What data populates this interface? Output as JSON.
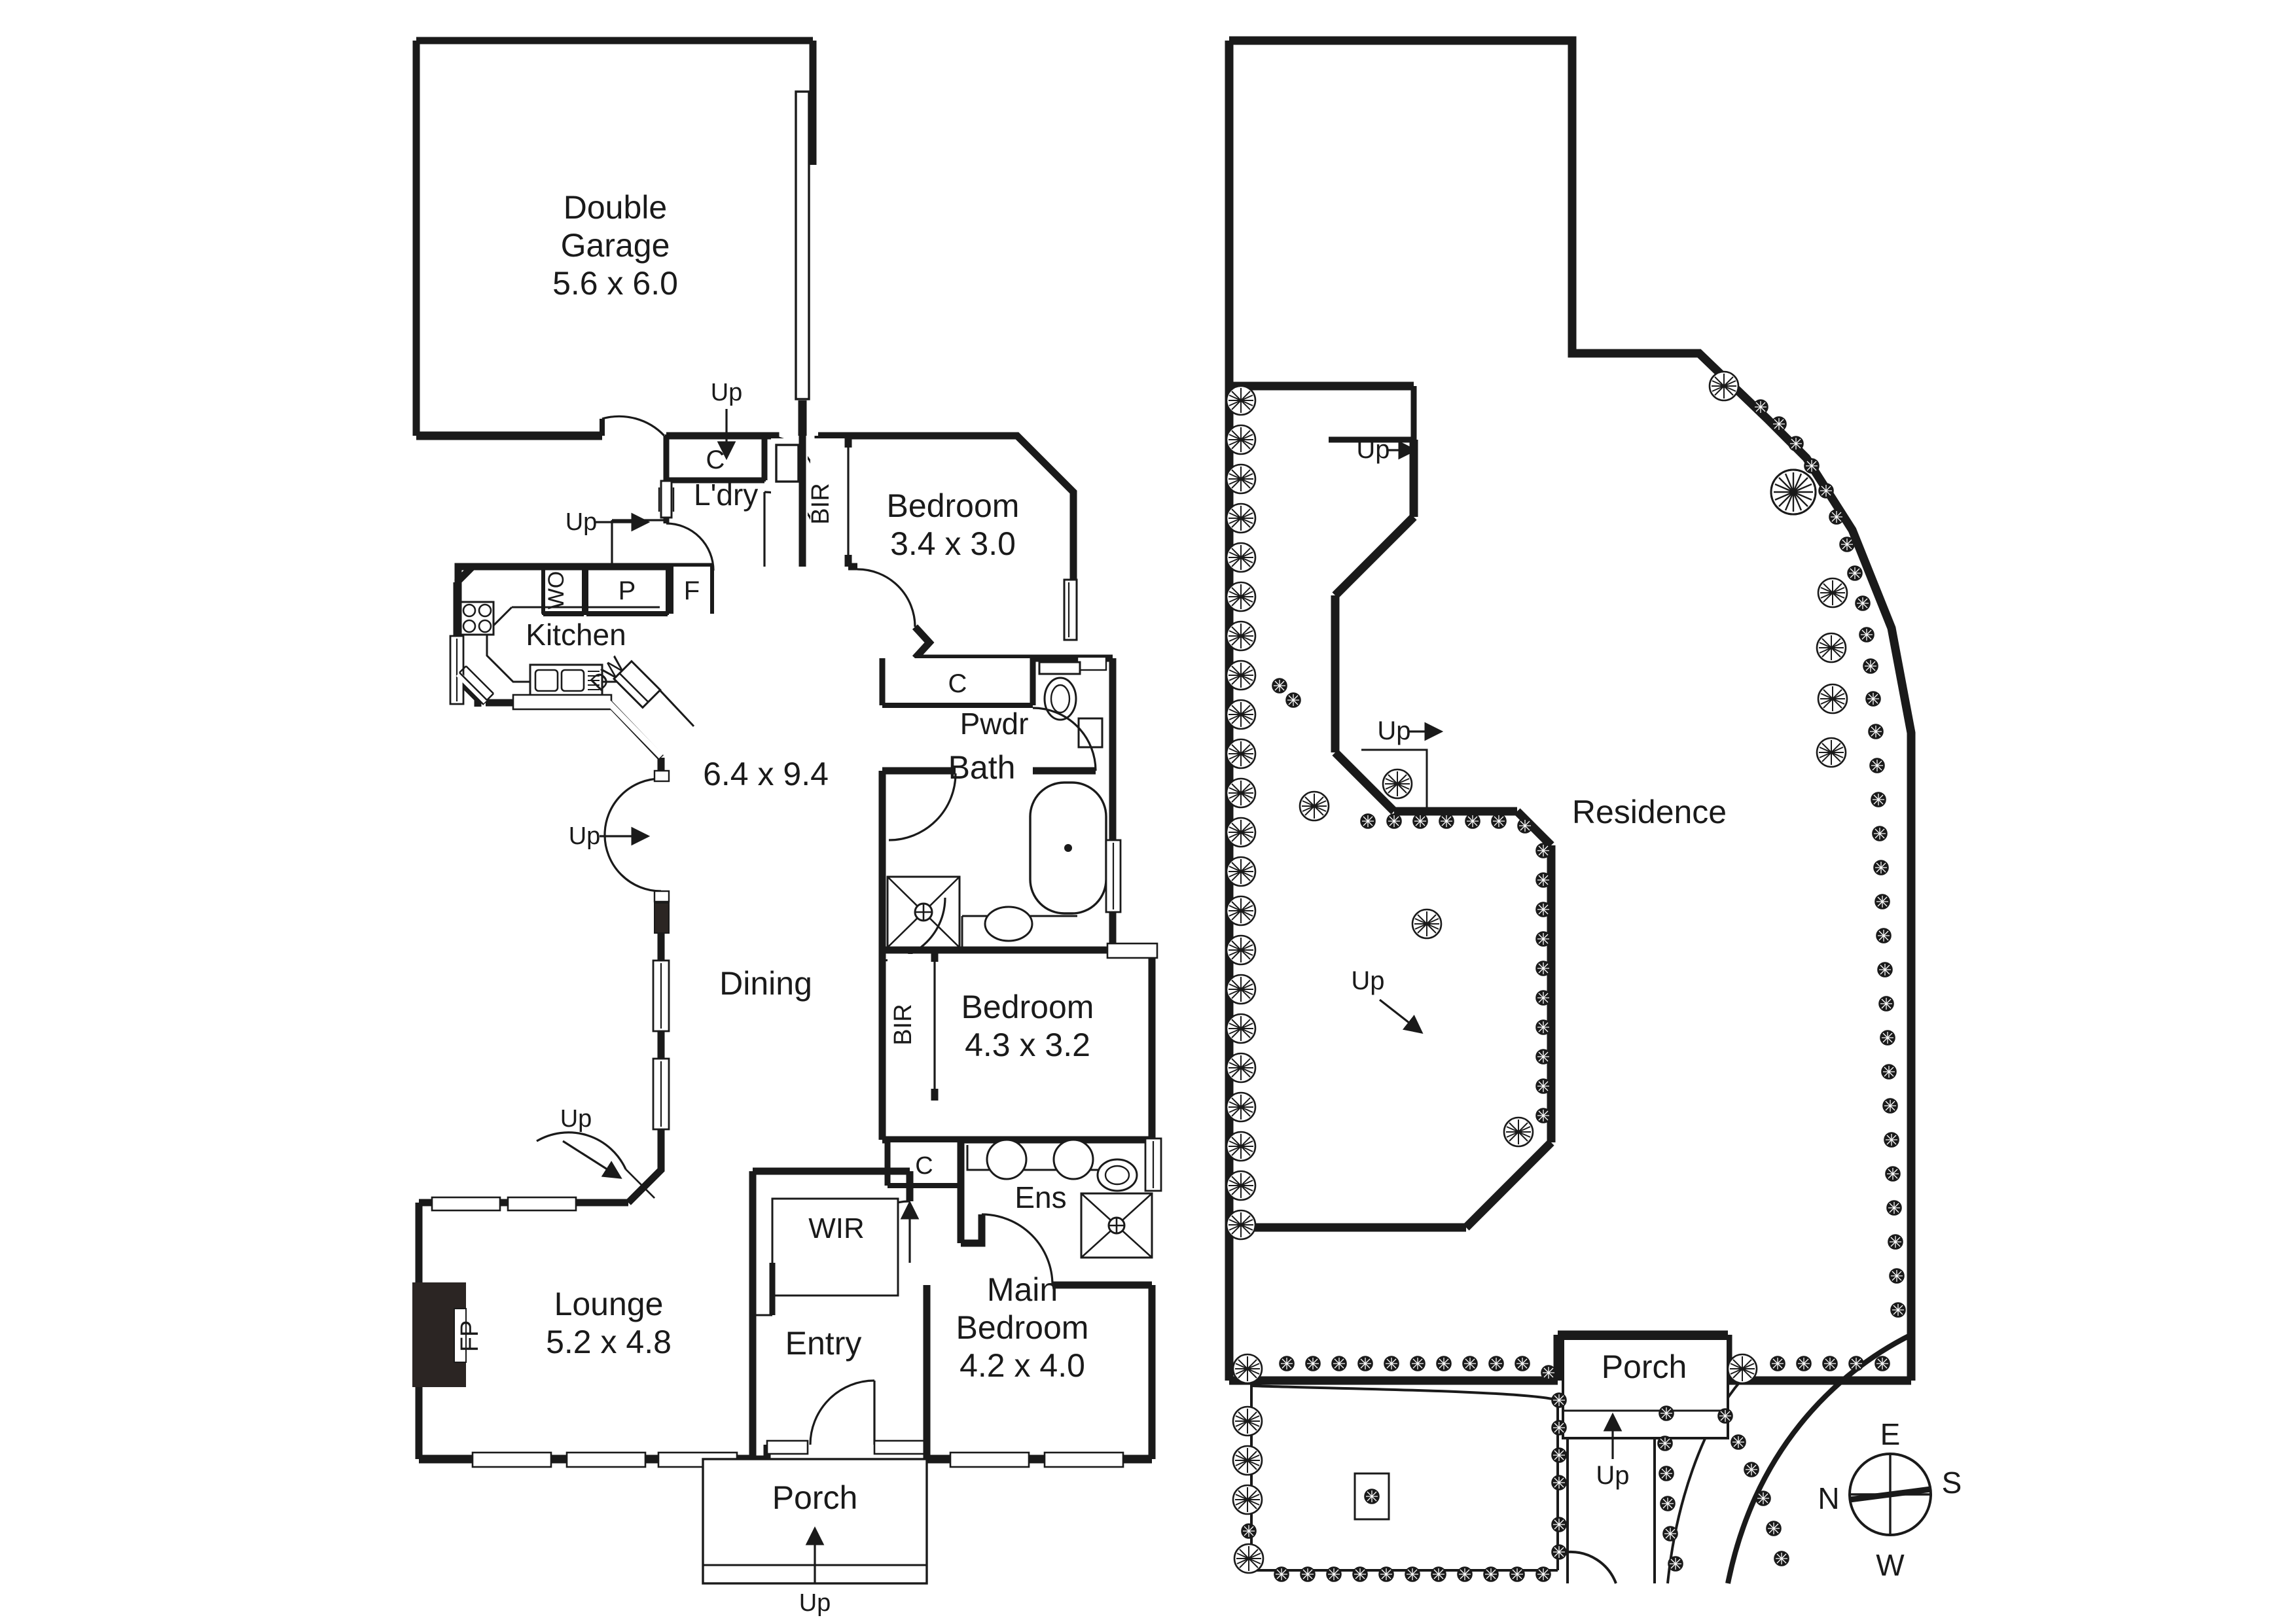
{
  "document": {
    "type": "residential-floor-plan",
    "panels": [
      "floor-plan",
      "site-plan"
    ]
  },
  "floor_plan": {
    "rooms": [
      {
        "id": "double-garage",
        "name": "Double Garage",
        "name_line1": "Double",
        "name_line2": "Garage",
        "dimensions": "5.6 x 6.0"
      },
      {
        "id": "laundry",
        "name": "L'dry",
        "dimensions": ""
      },
      {
        "id": "kitchen",
        "name": "Kitchen",
        "dimensions": ""
      },
      {
        "id": "bedroom-2",
        "name": "Bedroom",
        "dimensions": "3.4 x 3.0"
      },
      {
        "id": "powder-room",
        "name": "Pwdr",
        "dimensions": ""
      },
      {
        "id": "bathroom",
        "name": "Bath",
        "dimensions": ""
      },
      {
        "id": "living-dining",
        "name": "Dining",
        "dimensions": "6.4 x 9.4"
      },
      {
        "id": "bedroom-3",
        "name": "Bedroom",
        "dimensions": "4.3 x 3.2"
      },
      {
        "id": "ensuite",
        "name": "Ens",
        "dimensions": ""
      },
      {
        "id": "lounge",
        "name": "Lounge",
        "dimensions": "5.2 x 4.8"
      },
      {
        "id": "walk-in-robe",
        "name": "WIR",
        "dimensions": ""
      },
      {
        "id": "entry",
        "name": "Entry",
        "dimensions": ""
      },
      {
        "id": "main-bedroom",
        "name": "Main Bedroom",
        "name_line1": "Main",
        "name_line2": "Bedroom",
        "dimensions": "4.2 x 4.0"
      },
      {
        "id": "porch",
        "name": "Porch",
        "dimensions": ""
      }
    ],
    "fixture_labels": [
      {
        "id": "cupboard-laundry",
        "text": "C"
      },
      {
        "id": "wall-oven",
        "text": "WO"
      },
      {
        "id": "pantry",
        "text": "P"
      },
      {
        "id": "fridge",
        "text": "F"
      },
      {
        "id": "dishwasher",
        "text": "DW"
      },
      {
        "id": "built-in-robe-bed2",
        "text": "BIR"
      },
      {
        "id": "cupboard-hall",
        "text": "C"
      },
      {
        "id": "built-in-robe-bed3",
        "text": "BIR"
      },
      {
        "id": "cupboard-ensuite",
        "text": "C"
      },
      {
        "id": "fireplace",
        "text": "FP"
      }
    ],
    "stair_markers": [
      {
        "id": "up-garage-laundry",
        "text": "Up",
        "direction": "down"
      },
      {
        "id": "up-laundry-west",
        "text": "Up",
        "direction": "right"
      },
      {
        "id": "up-kitchen-dining",
        "text": "Up",
        "direction": "right"
      },
      {
        "id": "up-lounge",
        "text": "Up",
        "direction": "right"
      },
      {
        "id": "up-porch",
        "text": "Up",
        "direction": "up"
      }
    ]
  },
  "site_plan": {
    "label": "Residence",
    "porch_label": "Porch",
    "stair_markers": [
      {
        "id": "site-up-north",
        "text": "Up",
        "direction": "right"
      },
      {
        "id": "site-up-mid",
        "text": "Up",
        "direction": "right"
      },
      {
        "id": "site-up-lower",
        "text": "Up",
        "direction": "right"
      },
      {
        "id": "site-up-porch",
        "text": "Up",
        "direction": "up"
      }
    ]
  },
  "compass": {
    "north": "N",
    "east": "E",
    "south": "S",
    "west": "W"
  },
  "style": {
    "wall_color": "#1a1a1a",
    "line_color": "#1a1a1a",
    "background": "#ffffff",
    "fireplace_fill": "#2b2523"
  }
}
